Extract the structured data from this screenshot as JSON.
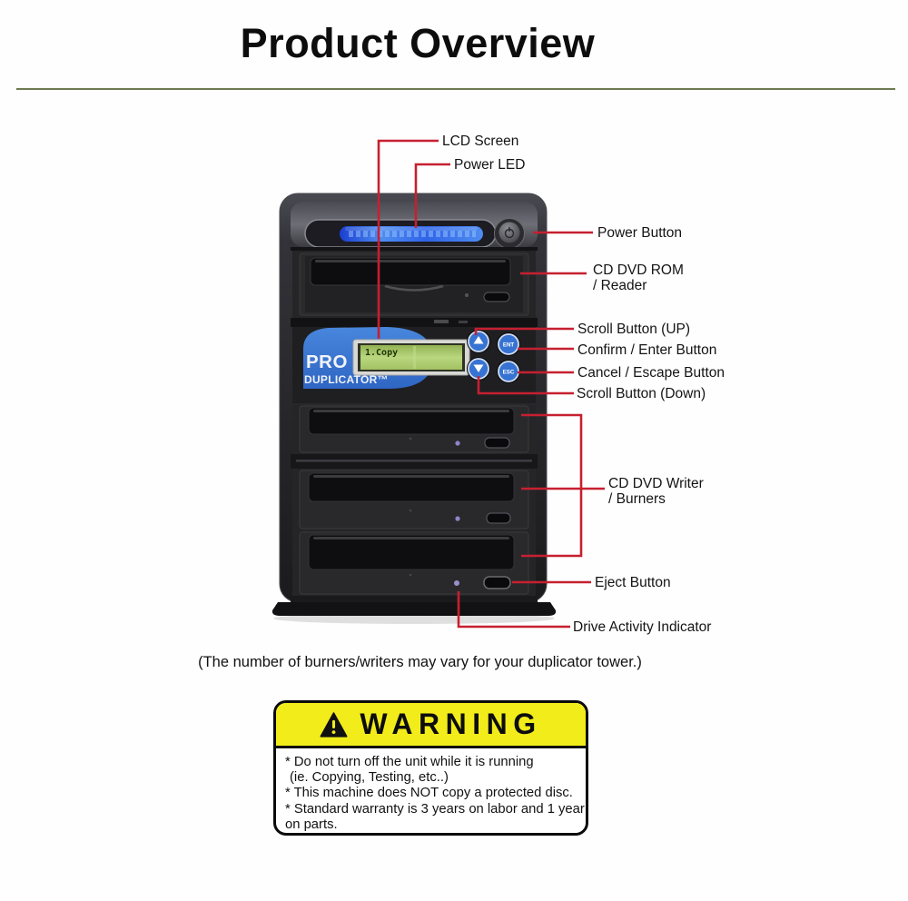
{
  "page": {
    "title": "Product Overview",
    "note": "(The number of burners/writers may vary for your duplicator tower.)"
  },
  "device": {
    "brand_line1": "PRO",
    "brand_line2": "DUPLICATOR™",
    "lcd_text": "1.Copy",
    "button_enter": "ENT",
    "button_escape": "ESC",
    "icon_up": "▲",
    "icon_down": "▼"
  },
  "callouts": {
    "lcd_screen": "LCD Screen",
    "power_led": "Power LED",
    "power_button": "Power Button",
    "cd_rom_line1": "CD DVD ROM",
    "cd_rom_line2": "/ Reader",
    "scroll_up": "Scroll Button (UP)",
    "enter": "Confirm / Enter Button",
    "escape": "Cancel / Escape Button",
    "scroll_down": "Scroll Button (Down)",
    "writers_line1": "CD DVD Writer",
    "writers_line2": "/ Burners",
    "eject": "Eject Button",
    "activity": "Drive Activity Indicator"
  },
  "warning": {
    "title": "WARNING",
    "lines": [
      "* Do not turn off the unit while it is running",
      "(ie. Copying, Testing, etc..)",
      "* This machine does NOT copy a protected disc.",
      "* Standard warranty is 3 years on labor and 1 year",
      "on parts."
    ]
  },
  "colors": {
    "callout_red": "#c62030",
    "panel_blue": "#3d7cd8",
    "lcd_green": "#a8c868",
    "warning_yellow": "#f2ec1a",
    "divider_olive": "#6e7a50"
  }
}
